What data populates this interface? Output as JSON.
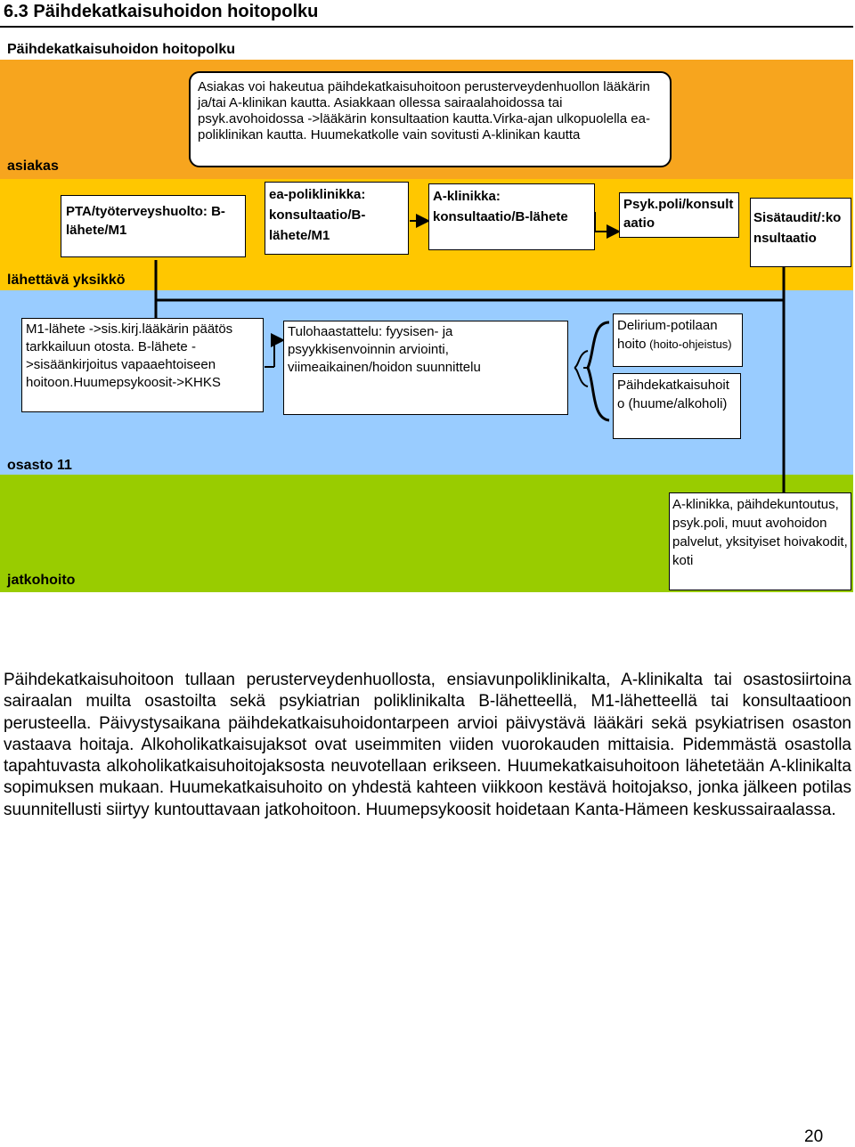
{
  "page": {
    "section_title": "6.3 Päihdekatkaisuhoidon hoitopolku",
    "diagram_title": "Päihdekatkaisuhoidon hoitopolku",
    "page_number": "20"
  },
  "bands": {
    "asiakas": "asiakas",
    "lahettava": "lähettävä yksikkö",
    "osasto": "osasto 11",
    "jatkohoito": "jatkohoito"
  },
  "colors": {
    "orange": "#F7A51E",
    "yellow": "#FFC700",
    "blue": "#99CCFF",
    "green": "#99CC00"
  },
  "boxes": {
    "asiakas_note": "Asiakas voi hakeutua päihdekatkaisuhoitoon perusterveydenhuollon lääkärin ja/tai A-klinikan kautta.  Asiakkaan ollessa sairaalahoidossa tai psyk.avohoidossa ->lääkärin konsultaation kautta.Virka-ajan ulkopuolella ea-poliklinikan kautta. Huumekatkolle vain sovitusti A-klinikan kautta",
    "pta": "PTA/työterveyshuolto: B-lähete/M1",
    "ea": "ea-poliklinikka: konsultaatio/B-lähete/M1",
    "aklinikka": "A-klinikka: konsultaatio/B-lähete",
    "psyk": "Psyk.poli/konsultaatio",
    "sisataudit": "Sisätaudit/:konsultaatio",
    "m1": "M1-lähete ->sis.kirj.lääkärin päätös tarkkailuun otosta. B-lähete ->sisäänkirjoitus vapaaehtoiseen hoitoon.Huumepsykoosit->KHKS",
    "tulo": "Tulohaastattelu: fyysisen- ja psyykkisenvoinnin arviointi, viimeaikainen/hoidon suunnittelu",
    "delirium": "Delirium-potilaan hoito",
    "delirium_small": " (hoito-ohjeistus)",
    "paihde": "Päihdekatkaisuhoito (huume/alkoholi)",
    "jatko": "A-klinikka, päihdekuntoutus, psyk.poli, muut avohoidon palvelut, yksityiset hoivakodit, koti"
  },
  "body_text": "Päihdekatkaisuhoitoon tullaan perusterveydenhuollosta, ensiavunpoliklinikalta, A-klinikalta tai osastosiirtoina sairaalan muilta osastoilta sekä psykiatrian poliklinikalta B-lähetteellä, M1-lähetteellä tai konsultaatioon perusteella. Päivystysaikana päihdekatkaisuhoidontarpeen arvioi päivystävä lääkäri sekä psykiatrisen osaston vastaava hoitaja. Alkoholikatkaisujaksot ovat useimmiten viiden vuorokauden mittaisia. Pidemmästä osastolla tapahtuvasta alkoholikatkaisuhoitojaksosta neuvotellaan erikseen. Huumekatkaisuhoitoon lähetetään A-klinikalta sopimuksen mukaan. Huumekatkaisuhoito on yhdestä kahteen viikkoon kestävä hoitojakso, jonka jälkeen potilas suunnitellusti siirtyy kuntouttavaan jatkohoitoon. Huumepsykoosit hoidetaan Kanta-Hämeen keskussairaalassa."
}
